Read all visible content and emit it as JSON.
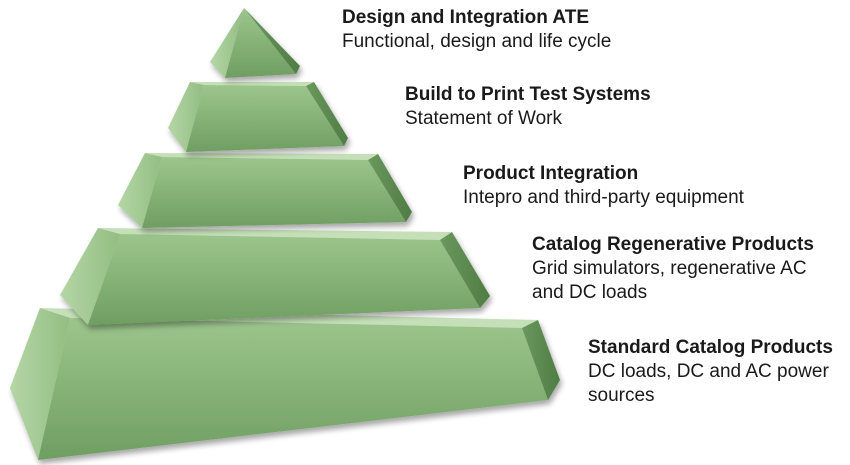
{
  "tiers": [
    {
      "title": "Design and Integration ATE",
      "desc_lines": [
        "Functional, design and life cycle"
      ]
    },
    {
      "title": "Build to Print Test Systems",
      "desc_lines": [
        "Statement of Work"
      ]
    },
    {
      "title": "Product Integration",
      "desc_lines": [
        "Intepro and third-party equipment"
      ]
    },
    {
      "title": "Catalog Regenerative Products",
      "desc_lines": [
        "Grid simulators, regenerative AC",
        "and DC loads"
      ]
    },
    {
      "title": "Standard Catalog Products",
      "desc_lines": [
        "DC loads, DC and AC power",
        "sources"
      ]
    }
  ],
  "colors": {
    "tier_face": "#8ab77a",
    "tier_front": "#7aa96a",
    "tier_left": "#a8cc98",
    "tier_right": "#5e8c52",
    "tier_top": "#c9e4bd",
    "outline": "#ffffff"
  }
}
